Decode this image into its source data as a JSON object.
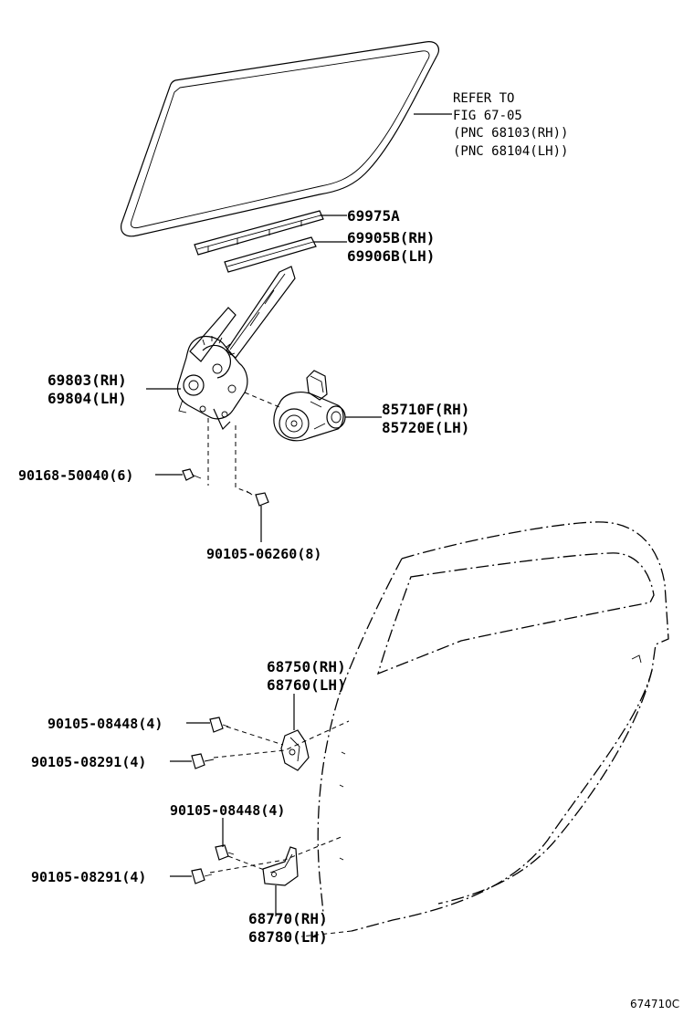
{
  "diagram": {
    "reference_note": {
      "line1": "REFER TO",
      "line2": "FIG 67-05",
      "line3": "(PNC 68103(RH))",
      "line4": "(PNC 68104(LH))"
    },
    "parts": {
      "run_channel": "69975A",
      "weatherstrip_rh": "69905B(RH)",
      "weatherstrip_lh": "69906B(LH)",
      "regulator_rh": "69803(RH)",
      "regulator_lh": "69804(LH)",
      "motor_rh": "85710F(RH)",
      "motor_lh": "85720E(LH)",
      "bolt_regulator": "90168-50040(6)",
      "bolt_motor": "90105-06260(8)",
      "upper_hinge_rh": "68750(RH)",
      "upper_hinge_lh": "68760(LH)",
      "bolt_upper_1": "90105-08448(4)",
      "bolt_upper_2": "90105-08291(4)",
      "bolt_lower_1": "90105-08448(4)",
      "bolt_lower_2": "90105-08291(4)",
      "lower_hinge_rh": "68770(RH)",
      "lower_hinge_lh": "68780(LH)"
    },
    "figure_number": "674710C"
  }
}
